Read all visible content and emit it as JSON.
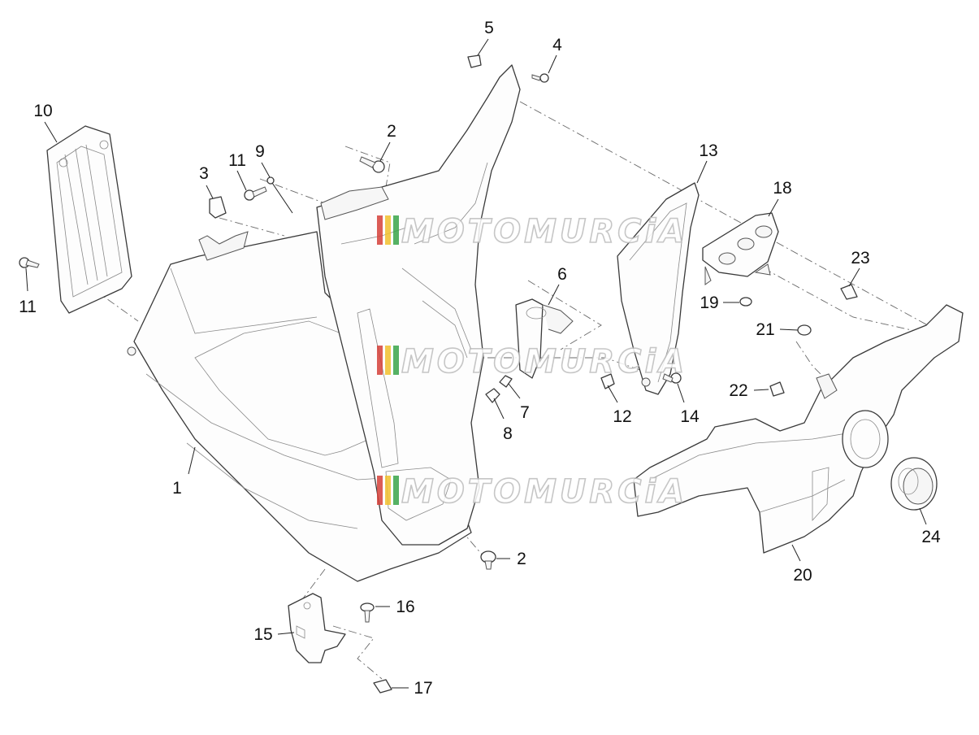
{
  "diagram": {
    "callouts": [
      {
        "id": "c1",
        "label": "1"
      },
      {
        "id": "c2a",
        "label": "2"
      },
      {
        "id": "c2b",
        "label": "2"
      },
      {
        "id": "c3",
        "label": "3"
      },
      {
        "id": "c4",
        "label": "4"
      },
      {
        "id": "c5",
        "label": "5"
      },
      {
        "id": "c6",
        "label": "6"
      },
      {
        "id": "c7",
        "label": "7"
      },
      {
        "id": "c8",
        "label": "8"
      },
      {
        "id": "c9",
        "label": "9"
      },
      {
        "id": "c10",
        "label": "10"
      },
      {
        "id": "c11a",
        "label": "11"
      },
      {
        "id": "c11b",
        "label": "11"
      },
      {
        "id": "c12",
        "label": "12"
      },
      {
        "id": "c13",
        "label": "13"
      },
      {
        "id": "c14",
        "label": "14"
      },
      {
        "id": "c15",
        "label": "15"
      },
      {
        "id": "c16",
        "label": "16"
      },
      {
        "id": "c17",
        "label": "17"
      },
      {
        "id": "c18",
        "label": "18"
      },
      {
        "id": "c19",
        "label": "19"
      },
      {
        "id": "c20",
        "label": "20"
      },
      {
        "id": "c21",
        "label": "21"
      },
      {
        "id": "c22",
        "label": "22"
      },
      {
        "id": "c23",
        "label": "23"
      },
      {
        "id": "c24",
        "label": "24"
      }
    ]
  },
  "watermark": {
    "text": "MOTOMURCiA",
    "stripe_colors": [
      "#d6413a",
      "#f2c12e",
      "#3aa64a"
    ]
  }
}
